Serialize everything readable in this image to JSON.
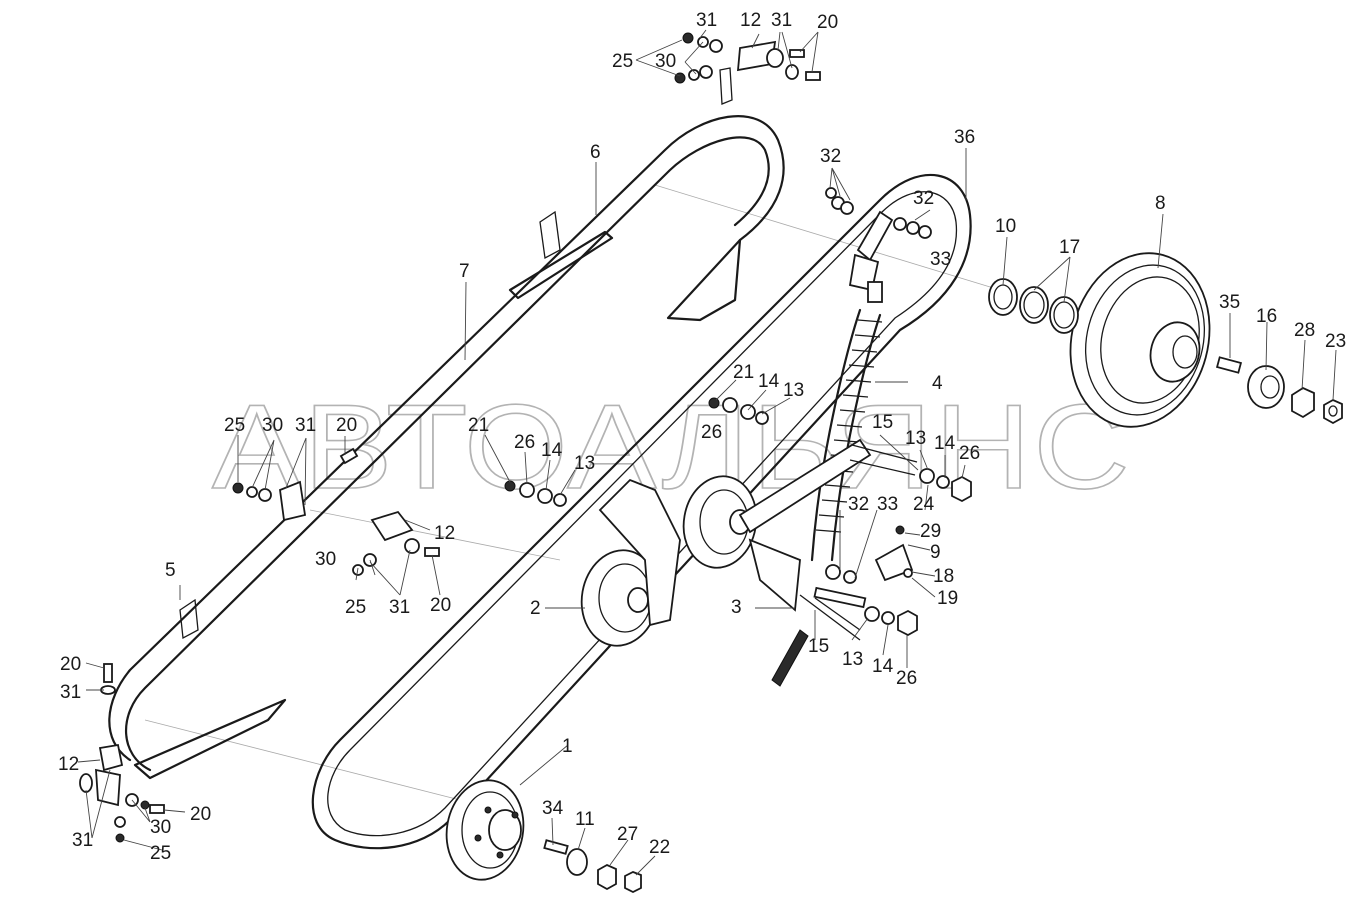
{
  "watermark": "АВТОАЛЬЯНС",
  "callouts": [
    {
      "id": "c31a",
      "text": "31"
    },
    {
      "id": "c12a",
      "text": "12"
    },
    {
      "id": "c31b",
      "text": "31"
    },
    {
      "id": "c20a",
      "text": "20"
    },
    {
      "id": "c25a",
      "text": "25"
    },
    {
      "id": "c30a",
      "text": "30"
    },
    {
      "id": "c6",
      "text": "6"
    },
    {
      "id": "c36",
      "text": "36"
    },
    {
      "id": "c32a",
      "text": "32"
    },
    {
      "id": "c32b",
      "text": "32"
    },
    {
      "id": "c33a",
      "text": "33"
    },
    {
      "id": "c10",
      "text": "10"
    },
    {
      "id": "c17",
      "text": "17"
    },
    {
      "id": "c8",
      "text": "8"
    },
    {
      "id": "c35",
      "text": "35"
    },
    {
      "id": "c16",
      "text": "16"
    },
    {
      "id": "c28",
      "text": "28"
    },
    {
      "id": "c23",
      "text": "23"
    },
    {
      "id": "c7",
      "text": "7"
    },
    {
      "id": "c4",
      "text": "4"
    },
    {
      "id": "c21a",
      "text": "21"
    },
    {
      "id": "c14a",
      "text": "14"
    },
    {
      "id": "c13a",
      "text": "13"
    },
    {
      "id": "c26a",
      "text": "26"
    },
    {
      "id": "c25b",
      "text": "25"
    },
    {
      "id": "c30b",
      "text": "30"
    },
    {
      "id": "c31c",
      "text": "31"
    },
    {
      "id": "c20b",
      "text": "20"
    },
    {
      "id": "c21b",
      "text": "21"
    },
    {
      "id": "c26b",
      "text": "26"
    },
    {
      "id": "c14b",
      "text": "14"
    },
    {
      "id": "c13b",
      "text": "13"
    },
    {
      "id": "c15a",
      "text": "15"
    },
    {
      "id": "c13c",
      "text": "13"
    },
    {
      "id": "c14c",
      "text": "14"
    },
    {
      "id": "c26c",
      "text": "26"
    },
    {
      "id": "c24",
      "text": "24"
    },
    {
      "id": "c12b",
      "text": "12"
    },
    {
      "id": "c32c",
      "text": "32"
    },
    {
      "id": "c33b",
      "text": "33"
    },
    {
      "id": "c29",
      "text": "29"
    },
    {
      "id": "c9",
      "text": "9"
    },
    {
      "id": "c18",
      "text": "18"
    },
    {
      "id": "c19",
      "text": "19"
    },
    {
      "id": "c30c",
      "text": "30"
    },
    {
      "id": "c25c",
      "text": "25"
    },
    {
      "id": "c31d",
      "text": "31"
    },
    {
      "id": "c20c",
      "text": "20"
    },
    {
      "id": "c5",
      "text": "5"
    },
    {
      "id": "c2",
      "text": "2"
    },
    {
      "id": "c3",
      "text": "3"
    },
    {
      "id": "c15b",
      "text": "15"
    },
    {
      "id": "c13d",
      "text": "13"
    },
    {
      "id": "c14d",
      "text": "14"
    },
    {
      "id": "c26d",
      "text": "26"
    },
    {
      "id": "c20d",
      "text": "20"
    },
    {
      "id": "c31e",
      "text": "31"
    },
    {
      "id": "c12c",
      "text": "12"
    },
    {
      "id": "c20e",
      "text": "20"
    },
    {
      "id": "c31f",
      "text": "31"
    },
    {
      "id": "c30d",
      "text": "30"
    },
    {
      "id": "c25d",
      "text": "25"
    },
    {
      "id": "c1",
      "text": "1"
    },
    {
      "id": "c34",
      "text": "34"
    },
    {
      "id": "c11",
      "text": "11"
    },
    {
      "id": "c27",
      "text": "27"
    },
    {
      "id": "c22",
      "text": "22"
    }
  ]
}
